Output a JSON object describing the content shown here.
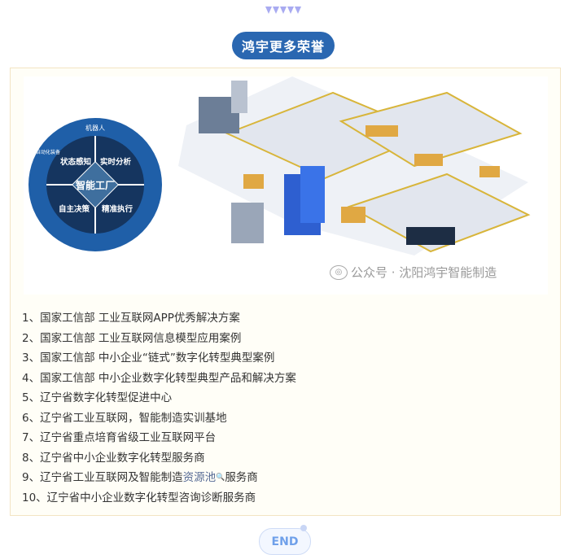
{
  "header": {
    "title": "鸿宇更多荣誉"
  },
  "diagram": {
    "center": "智能工厂",
    "quadrants": [
      "状态感知",
      "实时分析",
      "自主决策",
      "精准执行"
    ],
    "ring": [
      "机器人",
      "自动化装备"
    ]
  },
  "watermark": "公众号 · 沈阳鸿宇智能制造",
  "honors": [
    "1、国家工信部 工业互联网APP优秀解决方案",
    "2、国家工信部 工业互联网信息模型应用案例",
    "3、国家工信部 中小企业“链式”数字化转型典型案例",
    "4、国家工信部 中小企业数字化转型典型产品和解决方案",
    "5、辽宁省数字化转型促进中心",
    "6、辽宁省工业互联网，智能制造实训基地",
    "7、辽宁省重点培育省级工业互联网平台",
    "8、辽宁省中小企业数字化转型服务商"
  ],
  "honor9": {
    "prefix": "9、辽宁省工业互联网及智能制造",
    "link": "资源池",
    "suffix": "服务商"
  },
  "honor10": "10、辽宁省中小企业数字化转型咨询诊断服务商",
  "footer": {
    "end": "END"
  }
}
